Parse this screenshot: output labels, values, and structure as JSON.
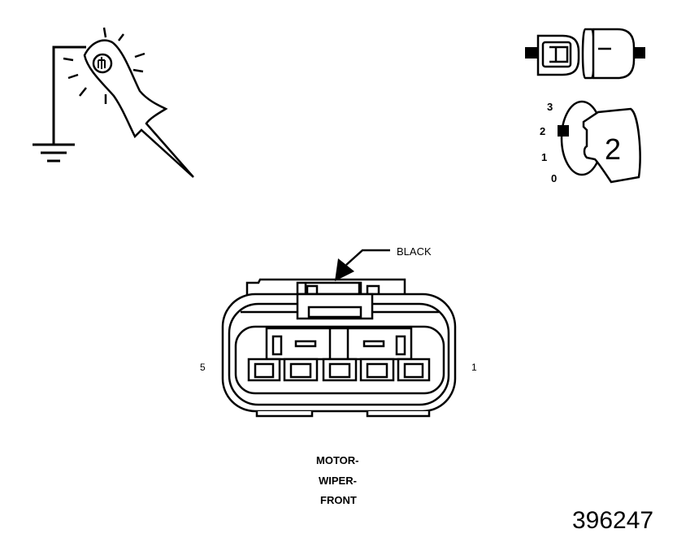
{
  "colors": {
    "ink": "#000000",
    "paper": "#ffffff"
  },
  "icons": [
    "test-light-probe-icon",
    "ground-symbol-icon",
    "disconnect-connector-icon",
    "ignition-key-icon"
  ],
  "ignition": {
    "positions": [
      "3",
      "2",
      "1",
      "0"
    ],
    "key_number": "2"
  },
  "connector": {
    "color_label": "BLACK",
    "pin_left": "5",
    "pin_right": "1",
    "name_lines": [
      "MOTOR-",
      "WIPER-",
      "FRONT"
    ]
  },
  "figure_number": "396247"
}
